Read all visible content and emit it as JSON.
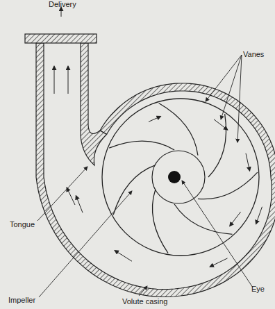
{
  "diagram": {
    "labels": [
      "Delivery",
      "Vanes",
      "Tongue",
      "Impeller",
      "Volute casing",
      "Eye"
    ]
  }
}
